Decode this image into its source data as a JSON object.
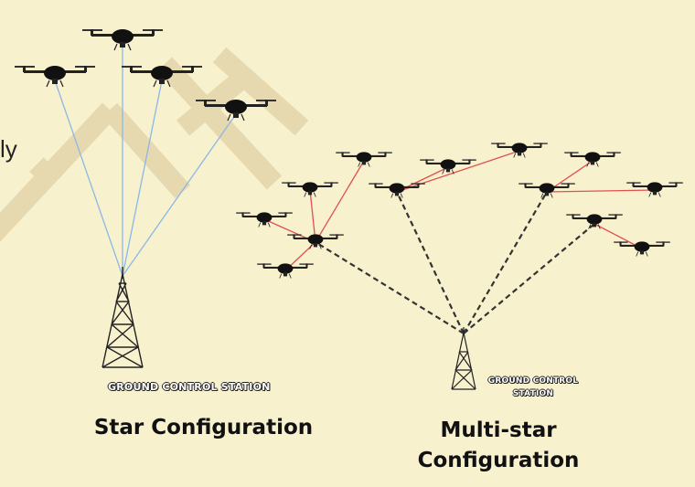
{
  "stray_text": "ly",
  "watermark": {
    "color": "#e6d9b0"
  },
  "colors": {
    "background": "#f8f1ce",
    "star_link": "#8ab8e6",
    "multi_link": "#333333",
    "cluster_link": "#e05050",
    "drone": "#111111"
  },
  "star": {
    "caption": "Star Configuration",
    "station_label": "GROUND CONTROL STATION"
  },
  "multistar": {
    "caption_line1": "Multi-star",
    "caption_line2": "Configuration",
    "station_label_line1": "GROUND CONTROL",
    "station_label_line2": "STATION"
  }
}
